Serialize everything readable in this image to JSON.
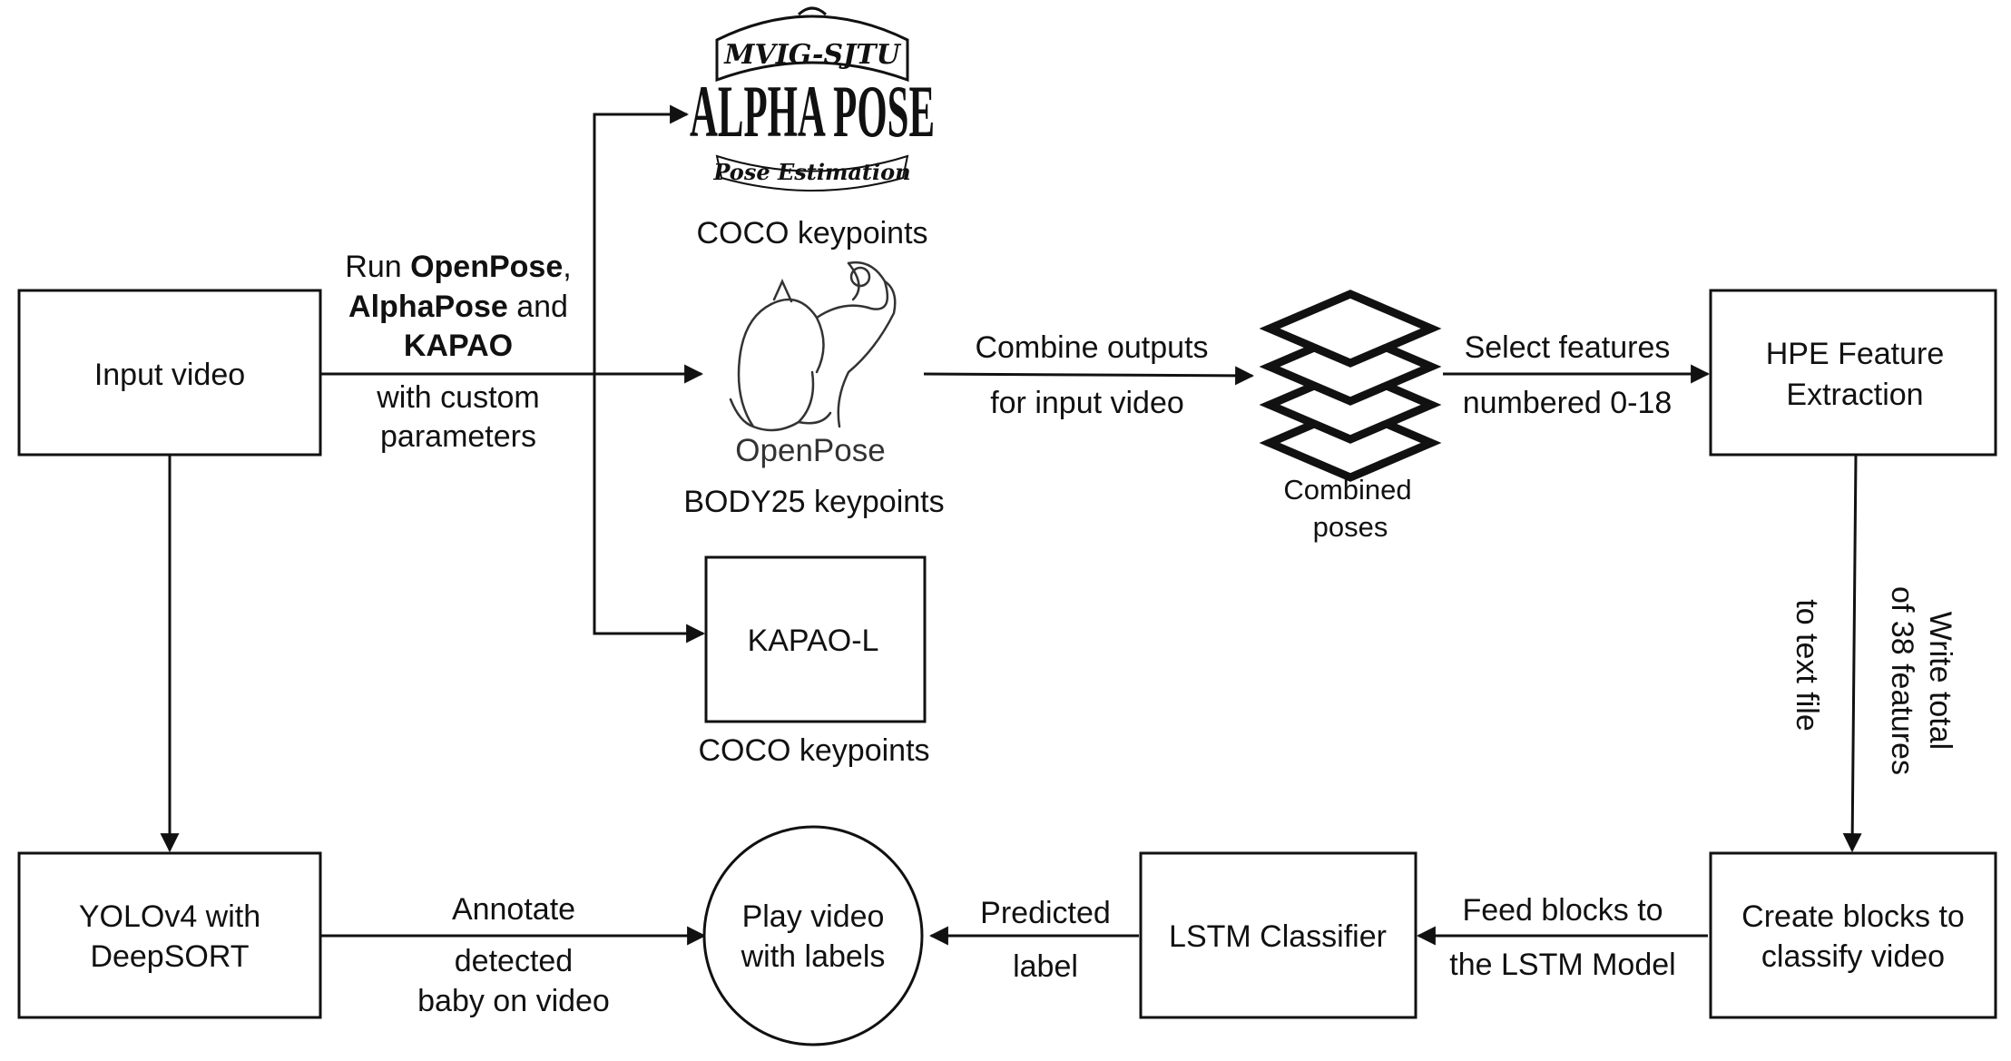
{
  "nodes": {
    "input_video": {
      "label": "Input video"
    },
    "yolo": {
      "line1": "YOLOv4 with",
      "line2": "DeepSORT"
    },
    "play_video": {
      "line1": "Play video",
      "line2": "with labels"
    },
    "lstm": {
      "label": "LSTM Classifier"
    },
    "create_blocks": {
      "line1": "Create blocks to",
      "line2": "classify video"
    },
    "hpe": {
      "line1": "HPE Feature",
      "line2": "Extraction"
    },
    "kapao": {
      "label": "KAPAO-L",
      "caption": "COCO keypoints"
    },
    "alphapose": {
      "logo_top": "MVIG-SJTU",
      "logo_main": "ALPHA POSE",
      "logo_sub": "Pose Estimation",
      "caption": "COCO keypoints"
    },
    "openpose": {
      "logo_text": "OpenPose",
      "caption": "BODY25 keypoints"
    },
    "combined": {
      "line1": "Combined",
      "line2": "poses"
    }
  },
  "edges": {
    "run_label": {
      "line1_prefix": "Run ",
      "line1_bold": "OpenPose",
      "line1_suffix": ",",
      "line2_bold": "AlphaPose",
      "line2_suffix": " and",
      "line3_bold": "KAPAO",
      "line4": "with custom",
      "line5": "parameters"
    },
    "combine": {
      "line1": "Combine outputs",
      "line2": "for input video"
    },
    "select": {
      "line1": "Select features",
      "line2": "numbered 0-18"
    },
    "write": {
      "line1": "Write total",
      "line2": "of 38 features",
      "line3": "to text file"
    },
    "feed": {
      "line1": "Feed blocks to",
      "line2": "the LSTM Model"
    },
    "predicted": {
      "line1": "Predicted",
      "line2": "label"
    },
    "annotate": {
      "line1": "Annotate",
      "line2": "detected",
      "line3": "baby on video"
    }
  }
}
